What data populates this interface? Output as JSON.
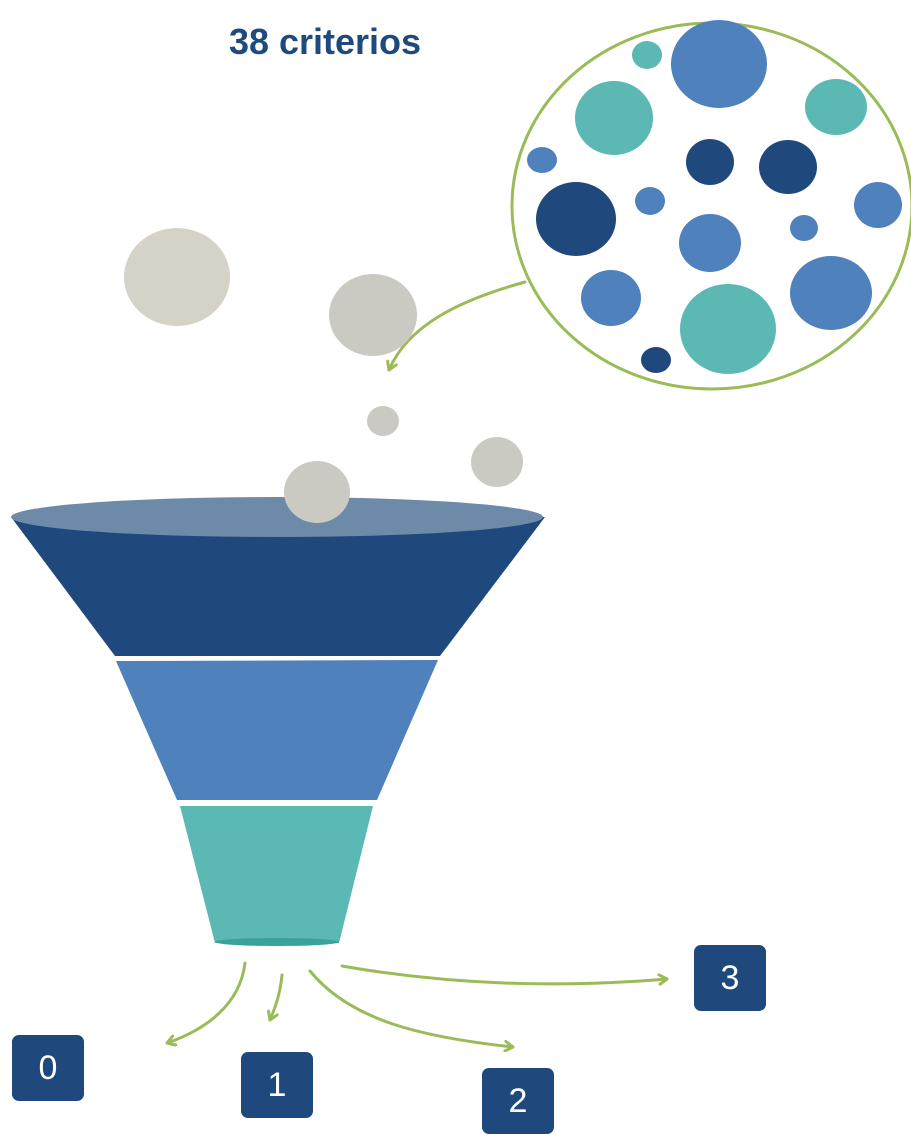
{
  "title": "38 criterios",
  "colors": {
    "title": "#1f4a7c",
    "funnel_top": "#1f497d",
    "funnel_middle": "#4f81bd",
    "funnel_bottom": "#5bb8b2",
    "arrow": "#9bbb59",
    "badge": "#1f497d"
  },
  "outputs": [
    {
      "label": "0"
    },
    {
      "label": "1"
    },
    {
      "label": "2"
    },
    {
      "label": "3"
    }
  ]
}
